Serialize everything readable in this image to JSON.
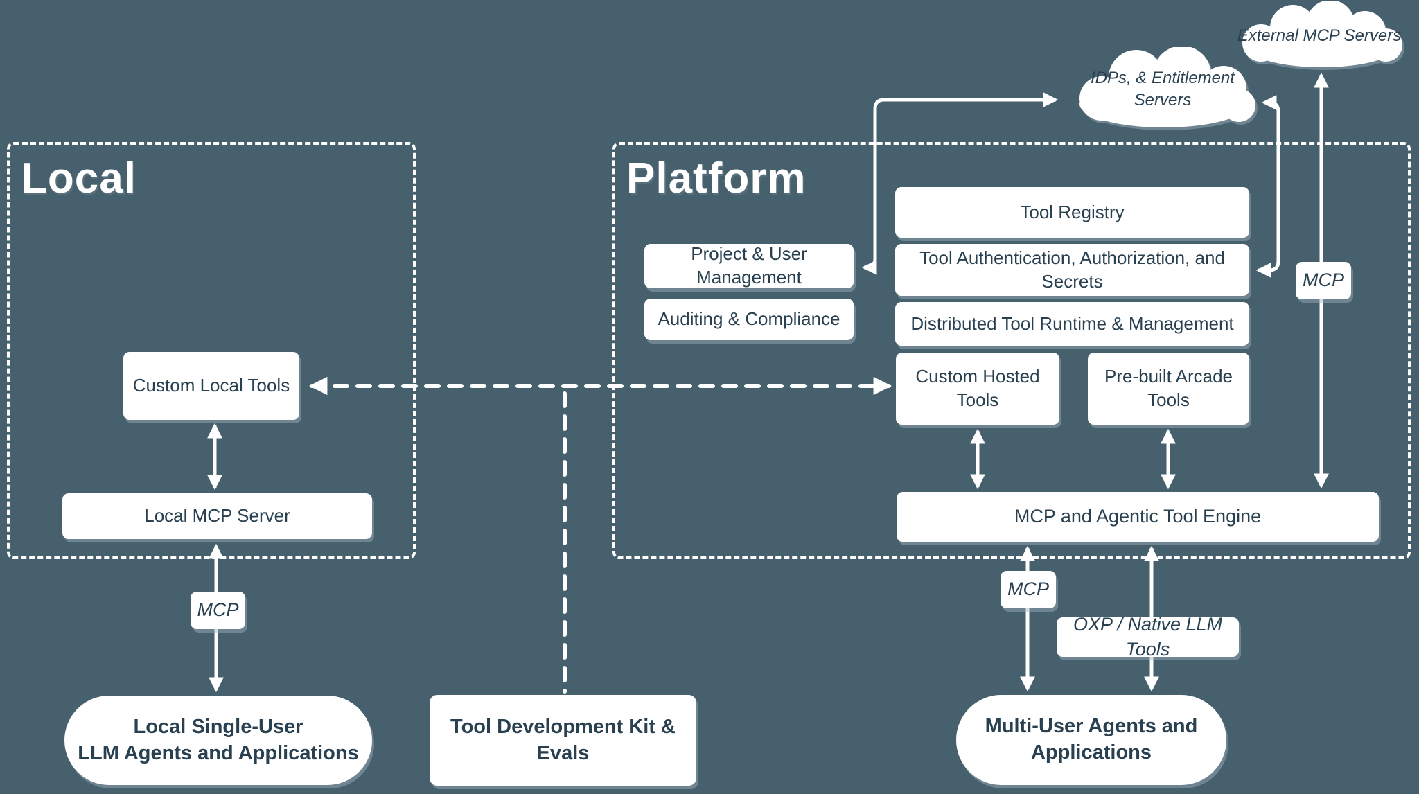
{
  "diagram": {
    "local": {
      "title": "Local",
      "custom_tools": "Custom Local Tools",
      "mcp_server": "Local MCP Server"
    },
    "platform": {
      "title": "Platform",
      "project_mgmt": "Project & User Management",
      "auditing": "Auditing & Compliance",
      "tool_registry": "Tool Registry",
      "tool_auth": "Tool Authentication, Authorization, and Secrets",
      "runtime": "Distributed Tool Runtime & Management",
      "custom_hosted": "Custom Hosted Tools",
      "prebuilt": "Pre-built Arcade Tools",
      "engine": "MCP and Agentic Tool Engine"
    },
    "clouds": {
      "external": "External MCP Servers",
      "idp_line1": "IDPs, & Entitlement",
      "idp_line2": "Servers"
    },
    "labels": {
      "mcp": "MCP",
      "oxp": "OXP / Native LLM Tools"
    },
    "bottom": {
      "local_agents_line1": "Local Single-User",
      "local_agents_line2": "LLM Agents and Applications",
      "tdk": "Tool Development Kit & Evals",
      "multi_agents_line1": "Multi-User Agents and",
      "multi_agents_line2": "Applications"
    },
    "colors": {
      "background": "#46606d",
      "box_fill": "#ffffff",
      "box_text": "#28404f",
      "line": "#ffffff"
    }
  }
}
